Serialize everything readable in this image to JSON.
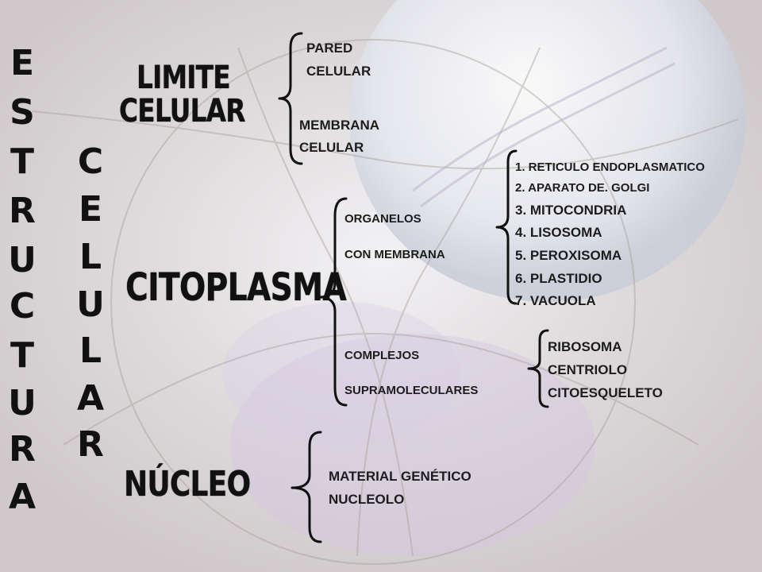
{
  "vertical_words": {
    "estructura": [
      "E",
      "S",
      "T",
      "R",
      "U",
      "C",
      "T",
      "U",
      "R",
      "A"
    ],
    "celular": [
      "C",
      "E",
      "L",
      "U",
      "L",
      "A",
      "R"
    ]
  },
  "sections": {
    "limite": {
      "title_line1": "LIMITE",
      "title_line2": "CELULAR",
      "items": [
        "PARED",
        "CELULAR",
        "MEMBRANA",
        "CELULAR"
      ]
    },
    "citoplasma": {
      "title": "CITOPLASMA",
      "organelos": {
        "line1": "ORGANELOS",
        "line2": "CON MEMBRANA",
        "items": [
          "1. RETICULO   ENDOPLASMATICO",
          "2. APARATO DE. GOLGI",
          "3. MITOCONDRIA",
          "4. LISOSOMA",
          "5. PEROXISOMA",
          "6. PLASTIDIO",
          "7. VACUOLA"
        ]
      },
      "complejos": {
        "line1": "COMPLEJOS",
        "line2": "SUPRAMOLECULARES",
        "items": [
          "RIBOSOMA",
          "CENTRIOLO",
          "CITOESQUELETO"
        ]
      }
    },
    "nucleo": {
      "title": "NÚCLEO",
      "items": [
        "MATERIAL GENÉTICO",
        "NUCLEOLO"
      ]
    }
  }
}
